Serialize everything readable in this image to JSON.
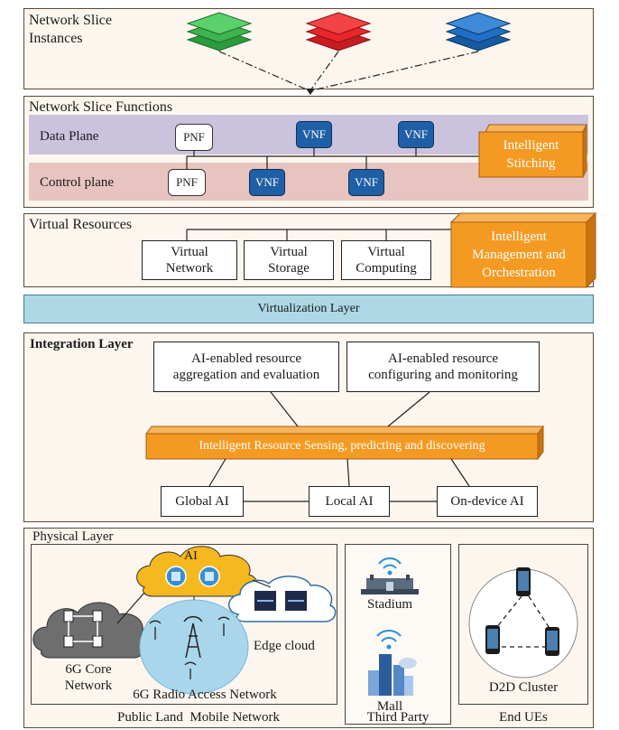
{
  "slice_instances": {
    "title": "Network Slice\nInstances"
  },
  "slice_functions": {
    "title": "Network Slice Functions",
    "data_plane": "Data Plane",
    "control_plane": "Control plane",
    "pnf": "PNF",
    "vnf": "VNF",
    "stitching": "Intelligent\nStitching"
  },
  "virtual_resources": {
    "title": "Virtual Resources",
    "network": "Virtual\nNetwork",
    "storage": "Virtual\nStorage",
    "computing": "Virtual\nComputing",
    "management": "Intelligent\nManagement and\nOrchestration"
  },
  "virtualization_layer": "Virtualization Layer",
  "integration": {
    "title": "Integration Layer",
    "aggregation": "AI-enabled resource\naggregation and evaluation",
    "configuring": "AI-enabled resource\nconfiguring and monitoring",
    "sensing": "Intelligent Resource Sensing, predicting and discovering",
    "global_ai": "Global AI",
    "local_ai": "Local AI",
    "ondevice_ai": "On-device AI"
  },
  "physical": {
    "title": "Physical Layer",
    "ai": "AI",
    "core": "6G Core\nNetwork",
    "edge": "Edge cloud",
    "ran": "6G Radio Access Network",
    "stadium": "Stadium",
    "mall": "Mall",
    "d2d": "D2D Cluster",
    "plmn": "Public Land  Mobile Network",
    "third_party": "Third Party",
    "end_ues": "End UEs"
  },
  "colors": {
    "panel_bg": "#fdf6ee",
    "data_plane": "#cbc3de",
    "control_plane": "#e8c4c0",
    "vnf_blue": "#1f5fa6",
    "orange": "#f49a23",
    "virtualization": "#add8e6",
    "green_stack": "#3fb34f",
    "red_stack": "#e8262b",
    "blue_stack": "#1f6fc4"
  }
}
